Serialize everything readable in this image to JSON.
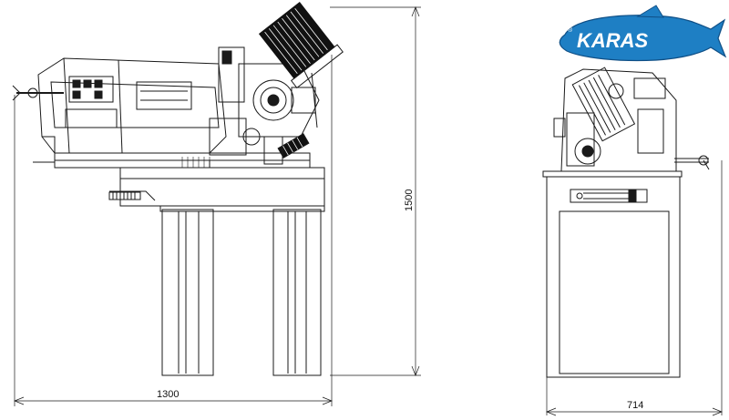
{
  "logo": {
    "brand": "KARAS",
    "color": "#1e7fc4"
  },
  "dimensions": {
    "width_side": "1300",
    "width_front": "714",
    "height": "1500"
  },
  "colors": {
    "line": "#1a1a1a",
    "motor": "#111111"
  }
}
